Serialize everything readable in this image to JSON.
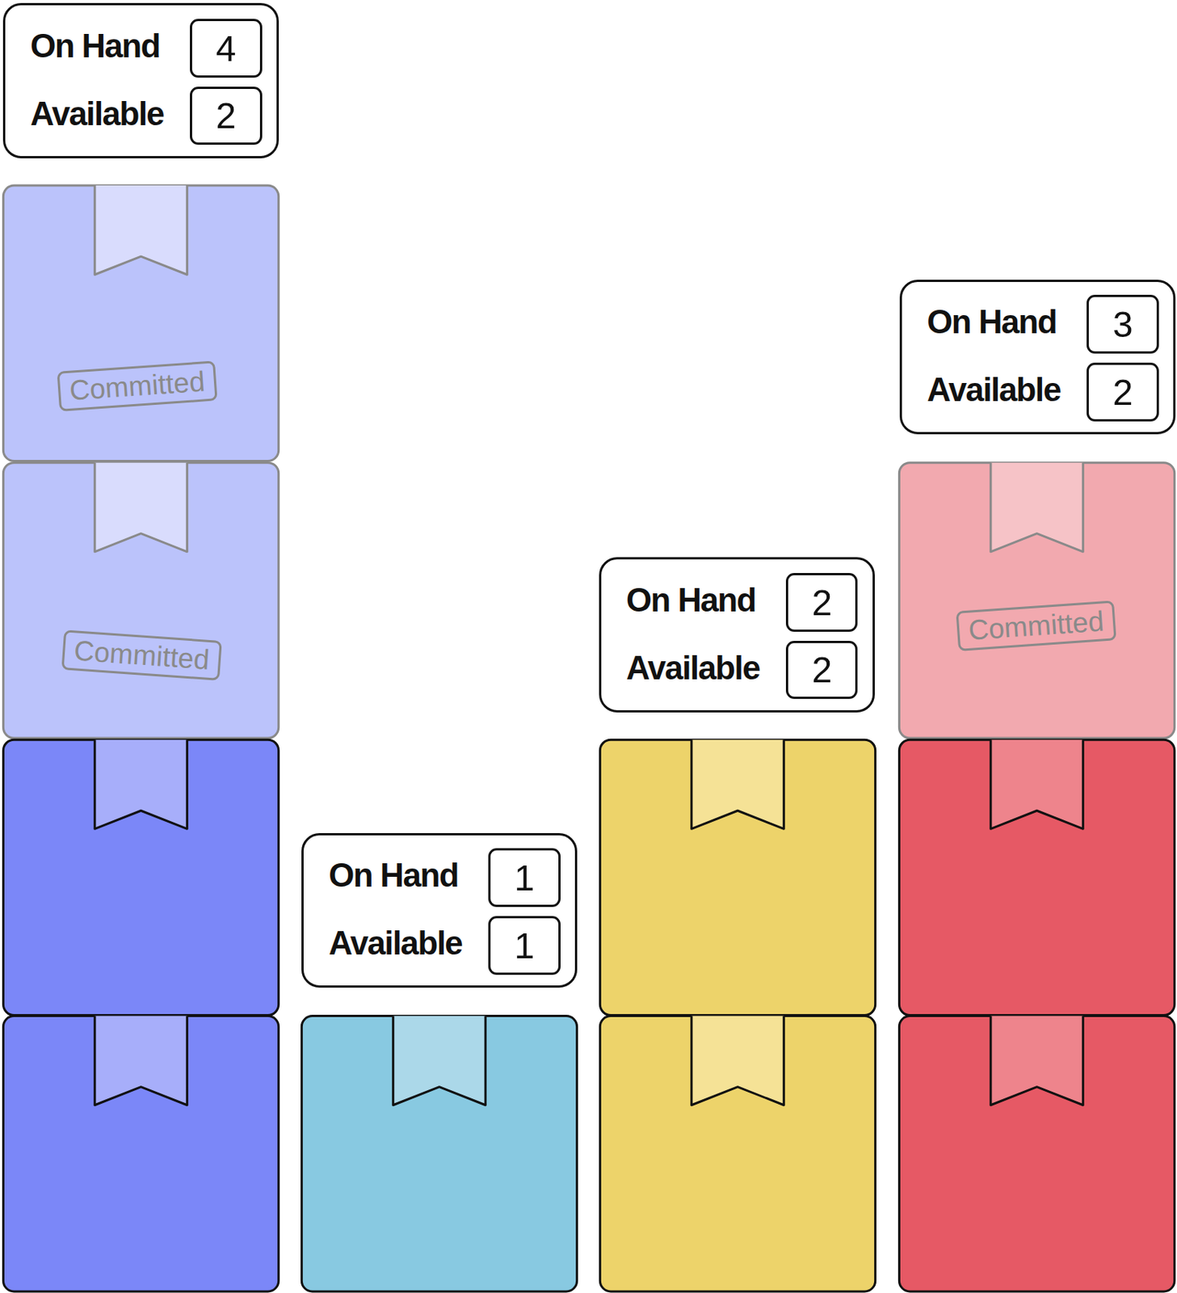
{
  "diagram": {
    "nodes": [
      {
        "text": [
          "On Hand",
          "Available"
        ]
      },
      {
        "text": [
          "4"
        ],
        "in": 0
      },
      {
        "text": [
          "2"
        ],
        "in": 0
      },
      {
        "text": [
          "Committed"
        ]
      },
      {
        "text": [
          "Committed"
        ]
      },
      {
        "text": [
          "On Hand",
          "Available"
        ]
      },
      {
        "text": [
          "1"
        ],
        "in": 5
      },
      {
        "text": [
          "1"
        ],
        "in": 5
      },
      {
        "text": [
          "On Hand",
          "Available"
        ]
      },
      {
        "text": [
          "2"
        ],
        "in": 8
      },
      {
        "text": [
          "2"
        ],
        "in": 8
      },
      {
        "text": [
          "On Hand",
          "Available"
        ]
      },
      {
        "text": [
          "3"
        ],
        "in": 11
      },
      {
        "text": [
          "2"
        ],
        "in": 11
      },
      {
        "text": [
          "Committed"
        ]
      }
    ]
  }
}
